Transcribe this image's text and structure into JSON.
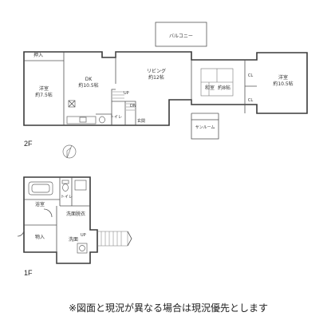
{
  "floors": {
    "upper": {
      "label": "2F",
      "rooms": {
        "balcony": "バルコニー",
        "closet_oshiire": "押入",
        "western_left": "洋室",
        "western_left_size": "約7.5帖",
        "dk": "DK",
        "dk_size": "約10.5帖",
        "living": "リビング",
        "living_size": "約12帖",
        "japanese": "和室",
        "japanese_size": "約8帖",
        "western_right": "洋室",
        "western_right_size": "約10.5帖",
        "cl_top": "CL",
        "cl_bottom": "CL",
        "up": "UP",
        "dn": "DN",
        "toilet": "トイレ",
        "entrance": "玄関",
        "sunroom": "サンルーム"
      }
    },
    "lower": {
      "label": "1F",
      "rooms": {
        "toilet": "トイレ",
        "bath": "浴室",
        "dressing": "洗面脱衣",
        "storage": "物入",
        "washroom": "洗面",
        "up": "UP"
      }
    }
  },
  "north_symbol": "north-compass",
  "note": "※図面と現況が異なる場合は現況優先とします"
}
